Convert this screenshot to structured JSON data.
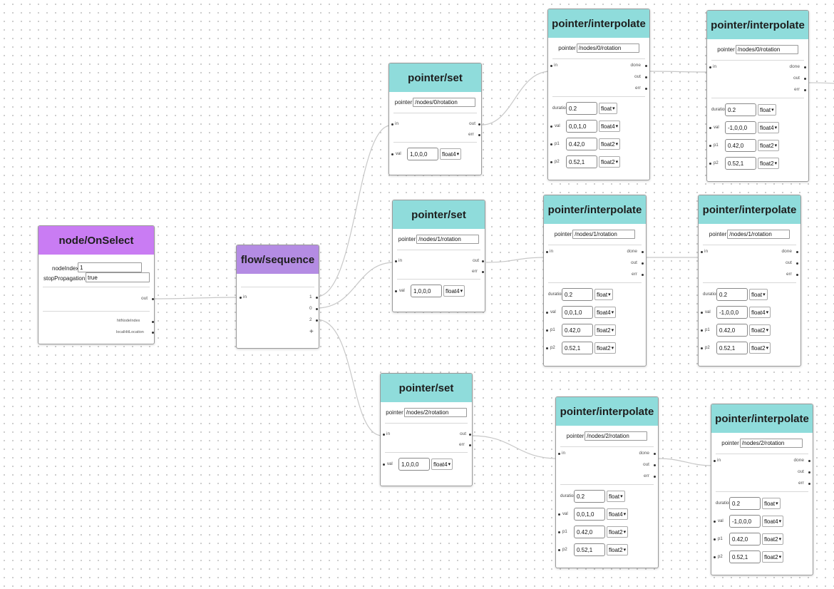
{
  "onselect": {
    "title": "node/OnSelect",
    "node_index_label": "nodeIndex",
    "node_index_value": "1",
    "stop_prop_label": "stopPropagation",
    "stop_prop_value": "true",
    "out_label": "out",
    "hit_node_label": "hitNodeIndex",
    "local_hit_label": "localHitLocation"
  },
  "sequence": {
    "title": "flow/sequence",
    "in_label": "in",
    "outputs": [
      "1",
      "0",
      "2"
    ],
    "add_label": "+"
  },
  "set_nodes": [
    {
      "title": "pointer/set",
      "pointer_label": "pointer",
      "pointer": "/nodes/0/rotation",
      "in_label": "in",
      "out_label": "out",
      "err_label": "err",
      "val_label": "val",
      "val": "1,0,0,0",
      "type": "float4"
    },
    {
      "title": "pointer/set",
      "pointer_label": "pointer",
      "pointer": "/nodes/1/rotation",
      "in_label": "in",
      "out_label": "out",
      "err_label": "err",
      "val_label": "val",
      "val": "1,0,0,0",
      "type": "float4"
    },
    {
      "title": "pointer/set",
      "pointer_label": "pointer",
      "pointer": "/nodes/2/rotation",
      "in_label": "in",
      "out_label": "out",
      "err_label": "err",
      "val_label": "val",
      "val": "1,0,0,0",
      "type": "float4"
    }
  ],
  "interp_nodes": [
    {
      "title": "pointer/interpolate",
      "pointer_label": "pointer",
      "pointer": "/nodes/0/rotation",
      "in_label": "in",
      "done_label": "done",
      "out_label": "out",
      "err_label": "err",
      "rows": [
        {
          "label": "duration",
          "value": "0.2",
          "type": "float"
        },
        {
          "label": "val",
          "value": "0,0,1,0",
          "type": "float4"
        },
        {
          "label": "p1",
          "value": "0.42,0",
          "type": "float2"
        },
        {
          "label": "p2",
          "value": "0.52,1",
          "type": "float2"
        }
      ]
    },
    {
      "title": "pointer/interpolate",
      "pointer_label": "pointer",
      "pointer": "/nodes/0/rotation",
      "in_label": "in",
      "done_label": "done",
      "out_label": "out",
      "err_label": "err",
      "rows": [
        {
          "label": "duration",
          "value": "0.2",
          "type": "float"
        },
        {
          "label": "val",
          "value": "-1,0,0,0",
          "type": "float4"
        },
        {
          "label": "p1",
          "value": "0.42,0",
          "type": "float2"
        },
        {
          "label": "p2",
          "value": "0.52,1",
          "type": "float2"
        }
      ]
    },
    {
      "title": "pointer/interpolate",
      "pointer_label": "pointer",
      "pointer": "/nodes/1/rotation",
      "in_label": "in",
      "done_label": "done",
      "out_label": "out",
      "err_label": "err",
      "rows": [
        {
          "label": "duration",
          "value": "0.2",
          "type": "float"
        },
        {
          "label": "val",
          "value": "0,0,1,0",
          "type": "float4"
        },
        {
          "label": "p1",
          "value": "0.42,0",
          "type": "float2"
        },
        {
          "label": "p2",
          "value": "0.52,1",
          "type": "float2"
        }
      ]
    },
    {
      "title": "pointer/interpolate",
      "pointer_label": "pointer",
      "pointer": "/nodes/1/rotation",
      "in_label": "in",
      "done_label": "done",
      "out_label": "out",
      "err_label": "err",
      "rows": [
        {
          "label": "duration",
          "value": "0.2",
          "type": "float"
        },
        {
          "label": "val",
          "value": "-1,0,0,0",
          "type": "float4"
        },
        {
          "label": "p1",
          "value": "0.42,0",
          "type": "float2"
        },
        {
          "label": "p2",
          "value": "0.52,1",
          "type": "float2"
        }
      ]
    },
    {
      "title": "pointer/interpolate",
      "pointer_label": "pointer",
      "pointer": "/nodes/2/rotation",
      "in_label": "in",
      "done_label": "done",
      "out_label": "out",
      "err_label": "err",
      "rows": [
        {
          "label": "duration",
          "value": "0.2",
          "type": "float"
        },
        {
          "label": "val",
          "value": "0,0,1,0",
          "type": "float4"
        },
        {
          "label": "p1",
          "value": "0.42,0",
          "type": "float2"
        },
        {
          "label": "p2",
          "value": "0.52,1",
          "type": "float2"
        }
      ]
    },
    {
      "title": "pointer/interpolate",
      "pointer_label": "pointer",
      "pointer": "/nodes/2/rotation",
      "in_label": "in",
      "done_label": "done",
      "out_label": "out",
      "err_label": "err",
      "rows": [
        {
          "label": "duration",
          "value": "0.2",
          "type": "float"
        },
        {
          "label": "val",
          "value": "-1,0,0,0",
          "type": "float4"
        },
        {
          "label": "p1",
          "value": "0.42,0",
          "type": "float2"
        },
        {
          "label": "p2",
          "value": "0.52,1",
          "type": "float2"
        }
      ]
    }
  ],
  "colors": {
    "event_header": "#c97cf3",
    "flow_header": "#b48ce3",
    "pointer_header": "#8fdcdb",
    "wire": "#c8c8c8"
  }
}
